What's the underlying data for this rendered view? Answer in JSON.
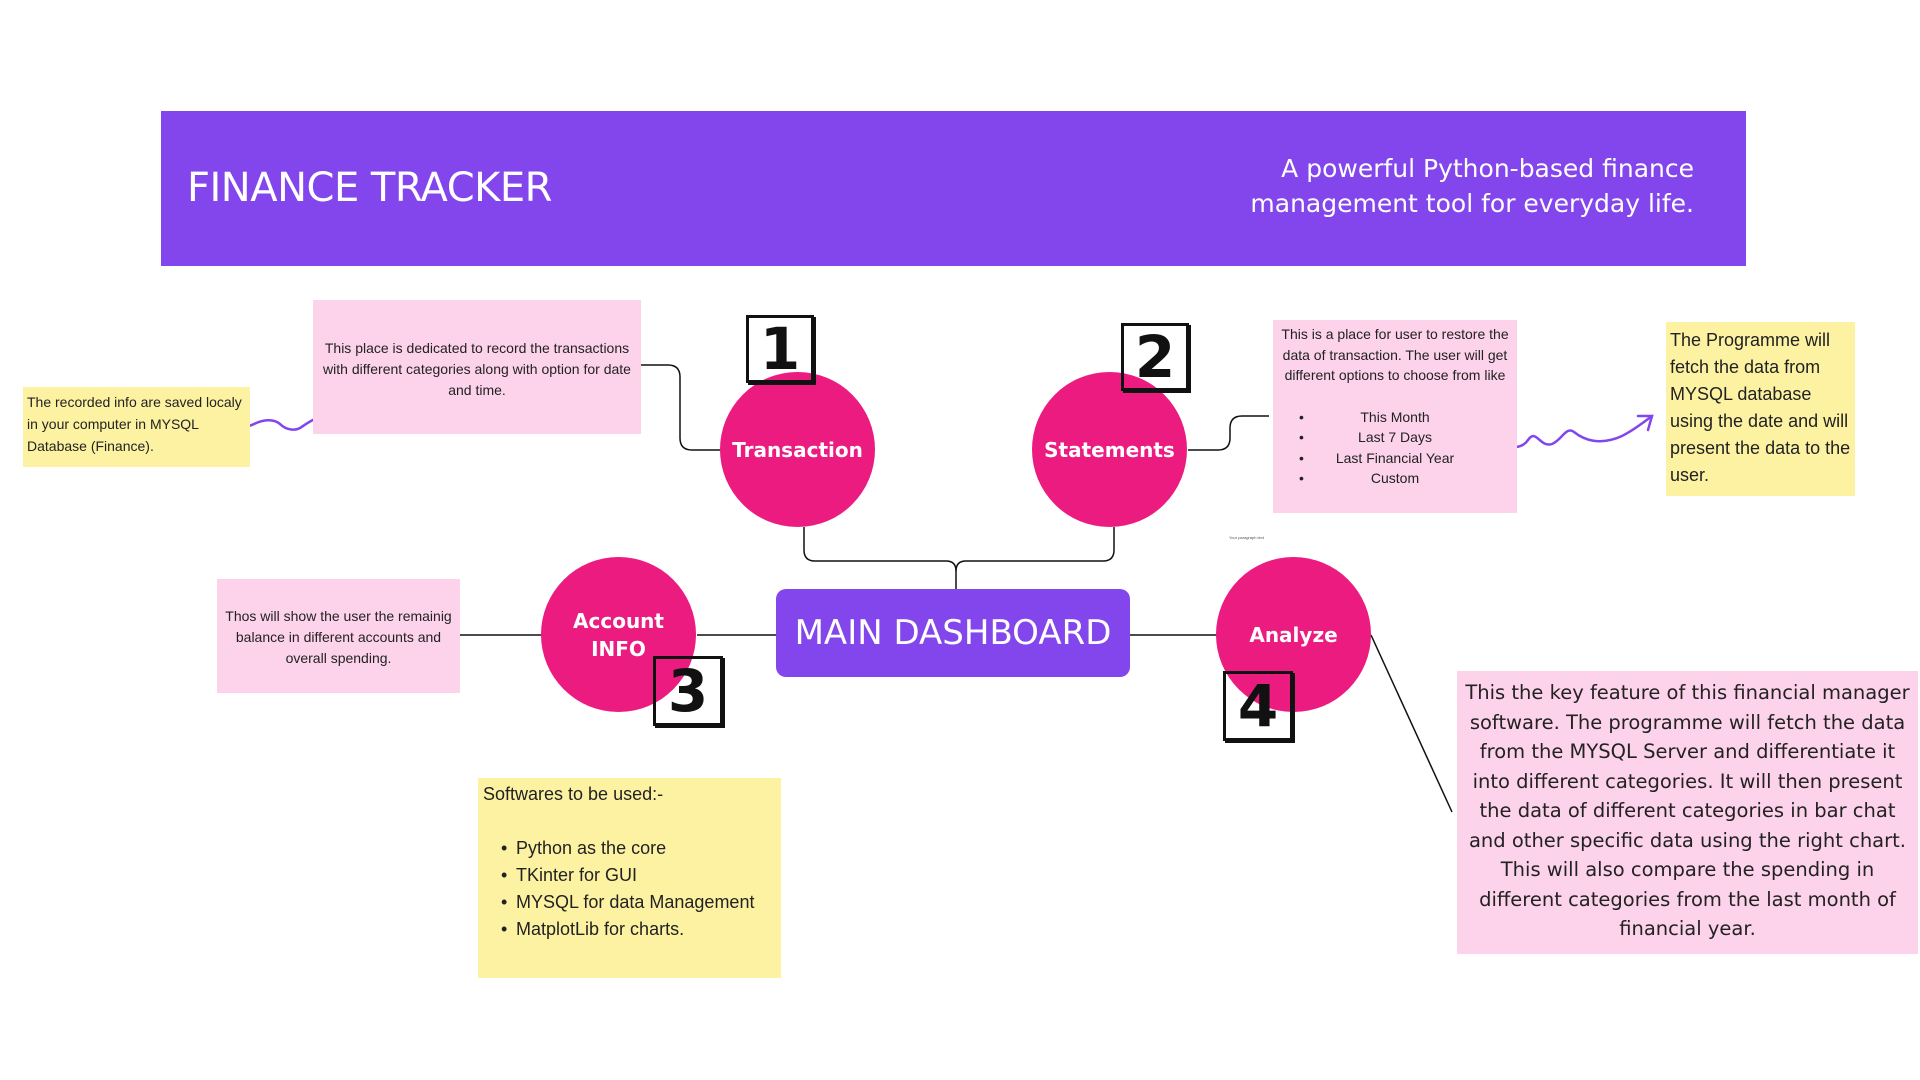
{
  "header": {
    "title": "FINANCE TRACKER",
    "subtitle": "A powerful Python-based finance management tool for everyday life."
  },
  "dashboard": {
    "label": "MAIN DASHBOARD"
  },
  "nodes": {
    "transaction": {
      "label": "Transaction",
      "number": "1"
    },
    "statements": {
      "label": "Statements",
      "number": "2"
    },
    "account": {
      "label_line1": "Account",
      "label_line2": "INFO",
      "number": "3"
    },
    "analyze": {
      "label": "Analyze",
      "number": "4"
    }
  },
  "notes": {
    "transaction": "This place is dedicated to record the transactions with different categories along with option for date and time.",
    "saved": "The recorded info are saved localy in your computer in MYSQL Database (Finance).",
    "statements": {
      "intro": "This is a place for user to restore the data of transaction. The user will get different options to choose from like",
      "options": [
        "This Month",
        "Last 7 Days",
        "Last Financial Year",
        "Custom"
      ]
    },
    "programme": "The Programme will fetch the data from MYSQL database using the date and will present the data to the user.",
    "account": "Thos will show the user the remainig balance in different accounts and overall spending.",
    "software": {
      "heading": "Softwares to be used:-",
      "items": [
        "Python as the core",
        "TKinter for GUI",
        "MYSQL for data Management",
        "MatplotLib for charts."
      ]
    },
    "analyze": "This the key feature of this financial manager software. The programme will fetch the data from the MYSQL Server and differentiate it into different categories. It will then present the data of different categories in bar chat and other specific data using the right chart. This will also compare the spending in different categories from the last month of financial year.",
    "placeholder": "Your paragraph text"
  },
  "colors": {
    "purple": "#8346ec",
    "magenta": "#ec1b80",
    "pink_note": "#fdd3ec",
    "yellow_note": "#fdf2a2"
  }
}
